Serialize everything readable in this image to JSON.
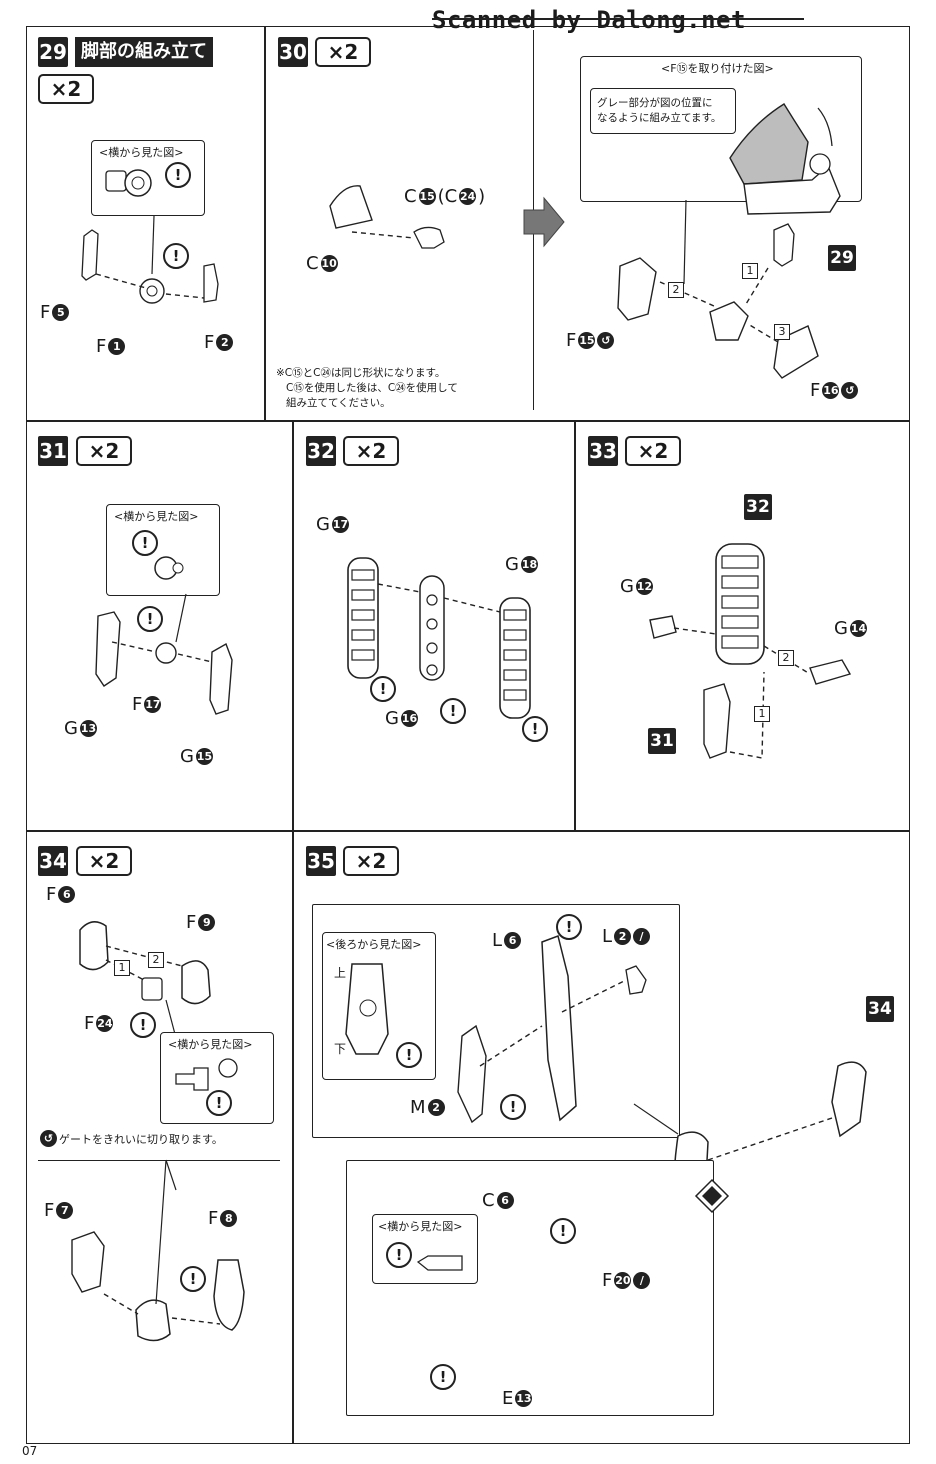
{
  "header": {
    "watermark": "Scanned by Dalong.net"
  },
  "footer": {
    "page_number": "07"
  },
  "steps": {
    "s29": {
      "number": "29",
      "title": "脚部の組み立て",
      "multiplier": "×2",
      "side_view": "<横から見た図>",
      "parts": {
        "f5": {
          "l": "F",
          "n": "5"
        },
        "f1": {
          "l": "F",
          "n": "1"
        },
        "f2": {
          "l": "F",
          "n": "2"
        }
      }
    },
    "s30": {
      "number": "30",
      "multiplier": "×2",
      "parts": {
        "c15": {
          "l": "C",
          "n": "15",
          "extra": "(C",
          "n2": "24",
          "close": ")"
        },
        "c10": {
          "l": "C",
          "n": "10"
        }
      },
      "note_line1": "※C⑮とC㉔は同じ形状になります。",
      "note_line2": "C⑮を使用した後は、C㉔を使用して",
      "note_line3": "組み立ててください。"
    },
    "s30b": {
      "view_title": "<F⑮を取り付けた図>",
      "callout_line1": "グレー部分が図の位置に",
      "callout_line2": "なるように組み立てます。",
      "ref": "29",
      "order1": "1",
      "order2": "2",
      "order3": "3",
      "parts": {
        "f15": {
          "l": "F",
          "n": "15"
        },
        "f16": {
          "l": "F",
          "n": "16"
        }
      }
    },
    "s31": {
      "number": "31",
      "multiplier": "×2",
      "side_view": "<横から見た図>",
      "parts": {
        "g13": {
          "l": "G",
          "n": "13"
        },
        "f17": {
          "l": "F",
          "n": "17"
        },
        "g15": {
          "l": "G",
          "n": "15"
        }
      }
    },
    "s32": {
      "number": "32",
      "multiplier": "×2",
      "parts": {
        "g17": {
          "l": "G",
          "n": "17"
        },
        "g18": {
          "l": "G",
          "n": "18"
        },
        "g16": {
          "l": "G",
          "n": "16"
        }
      }
    },
    "s33": {
      "number": "33",
      "multiplier": "×2",
      "ref_top": "32",
      "ref_bottom": "31",
      "order1": "1",
      "order2": "2",
      "parts": {
        "g12": {
          "l": "G",
          "n": "12"
        },
        "g14": {
          "l": "G",
          "n": "14"
        }
      }
    },
    "s34": {
      "number": "34",
      "multiplier": "×2",
      "side_view": "<横から見た図>",
      "order1": "1",
      "order2": "2",
      "gate_note": "ゲートをきれいに切り取ります。",
      "parts": {
        "f6": {
          "l": "F",
          "n": "6"
        },
        "f9": {
          "l": "F",
          "n": "9"
        },
        "f24": {
          "l": "F",
          "n": "24"
        },
        "f7": {
          "l": "F",
          "n": "7"
        },
        "f8": {
          "l": "F",
          "n": "8"
        }
      }
    },
    "s35": {
      "number": "35",
      "multiplier": "×2",
      "rear_view": "<後ろから見た図>",
      "side_view": "<横から見た図>",
      "up": "上",
      "down": "下",
      "ref": "34",
      "parts": {
        "l6": {
          "l": "L",
          "n": "6"
        },
        "l2": {
          "l": "L",
          "n": "2"
        },
        "m2": {
          "l": "M",
          "n": "2"
        },
        "c6": {
          "l": "C",
          "n": "6"
        },
        "f20": {
          "l": "F",
          "n": "20"
        },
        "e13": {
          "l": "E",
          "n": "13"
        }
      }
    }
  },
  "warning_glyph": "!"
}
